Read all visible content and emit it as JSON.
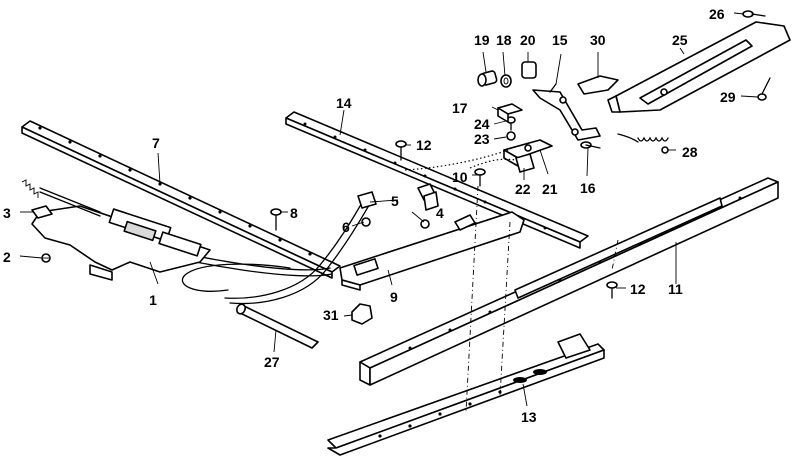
{
  "labels": {
    "p1": "1",
    "p2": "2",
    "p3": "3",
    "p4": "4",
    "p5": "5",
    "p6": "6",
    "p7": "7",
    "p8": "8",
    "p9": "9",
    "p10": "10",
    "p11": "11",
    "p12a": "12",
    "p12b": "12",
    "p13": "13",
    "p14": "14",
    "p15": "15",
    "p16": "16",
    "p17": "17",
    "p18": "18",
    "p19": "19",
    "p20": "20",
    "p21": "21",
    "p22": "22",
    "p23": "23",
    "p24": "24",
    "p25": "25",
    "p26": "26",
    "p27": "27",
    "p28": "28",
    "p29": "29",
    "p30": "30",
    "p31": "31"
  }
}
